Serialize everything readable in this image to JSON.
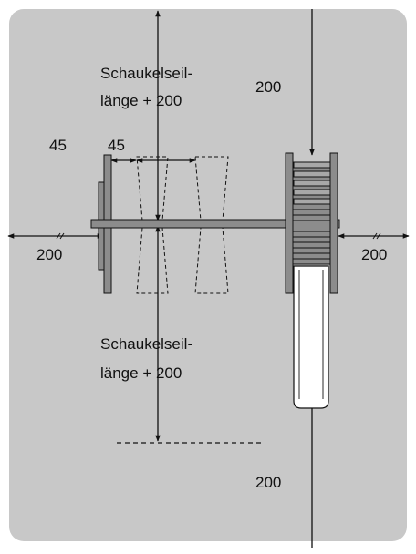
{
  "labels": {
    "swing_top_line1": "Schaukelseil-",
    "swing_top_line2": "länge + 200",
    "top_right": "200",
    "left_45": "45",
    "inner_45": "45",
    "left_200": "200",
    "right_200": "200",
    "swing_bottom_line1": "Schaukelseil-",
    "swing_bottom_line2": "länge + 200",
    "bottom_200": "200"
  },
  "colors": {
    "page": "#ffffff",
    "area": "#c8c8c8",
    "structure": "#8c8c8c",
    "line": "#111111",
    "slide": "#ffffff"
  }
}
